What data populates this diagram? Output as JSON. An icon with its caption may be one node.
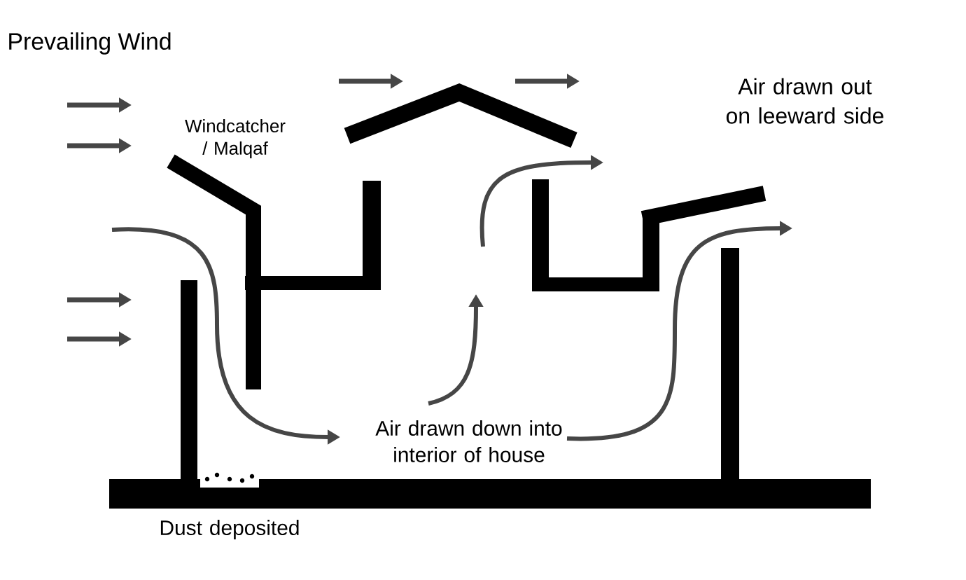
{
  "diagram": {
    "title": "Prevailing Wind",
    "labels": [
      "Windcatcher / Malqaf",
      "Air drawn out on leeward side",
      "Air drawn down into interior of house",
      "Dust deposited"
    ]
  }
}
